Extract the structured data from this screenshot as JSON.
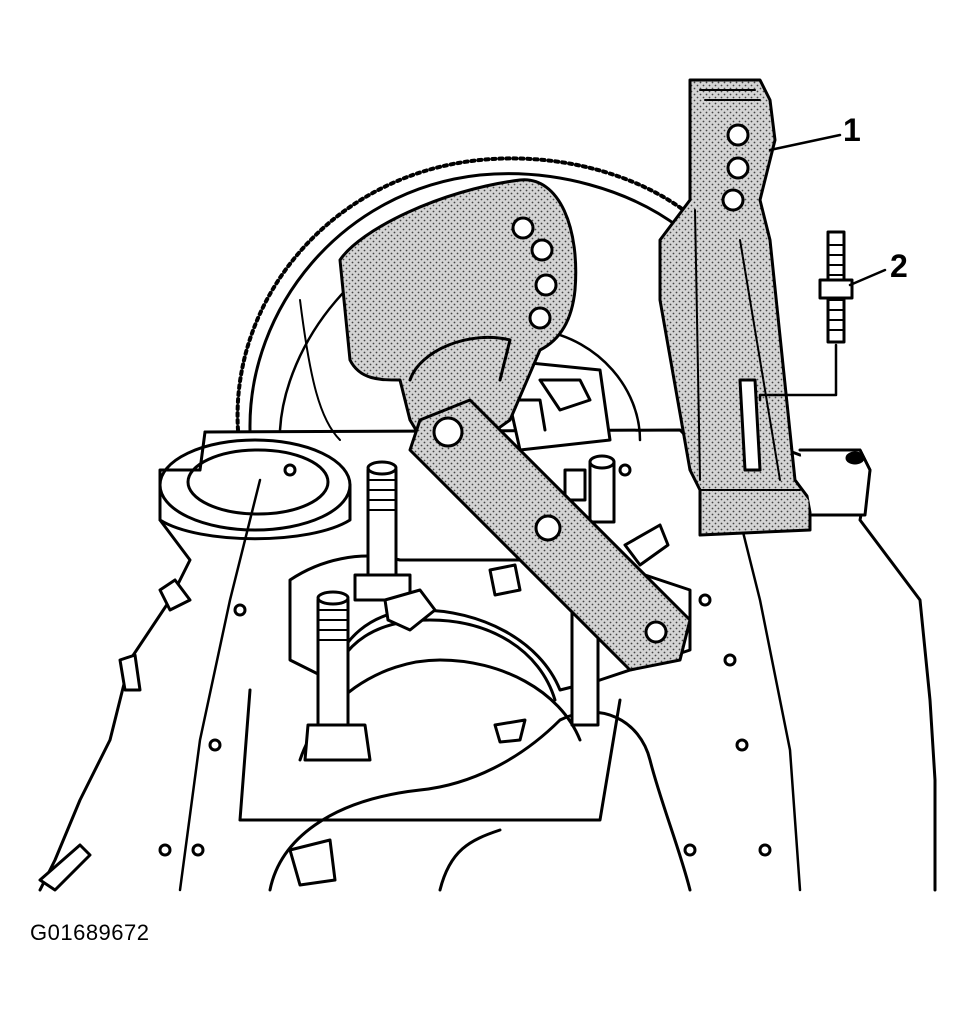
{
  "callouts": {
    "one": "1",
    "two": "2"
  },
  "figure_id": "G01689672",
  "colors": {
    "line": "#000000",
    "paper": "#ffffff",
    "stipple": "#8a8a8a"
  }
}
